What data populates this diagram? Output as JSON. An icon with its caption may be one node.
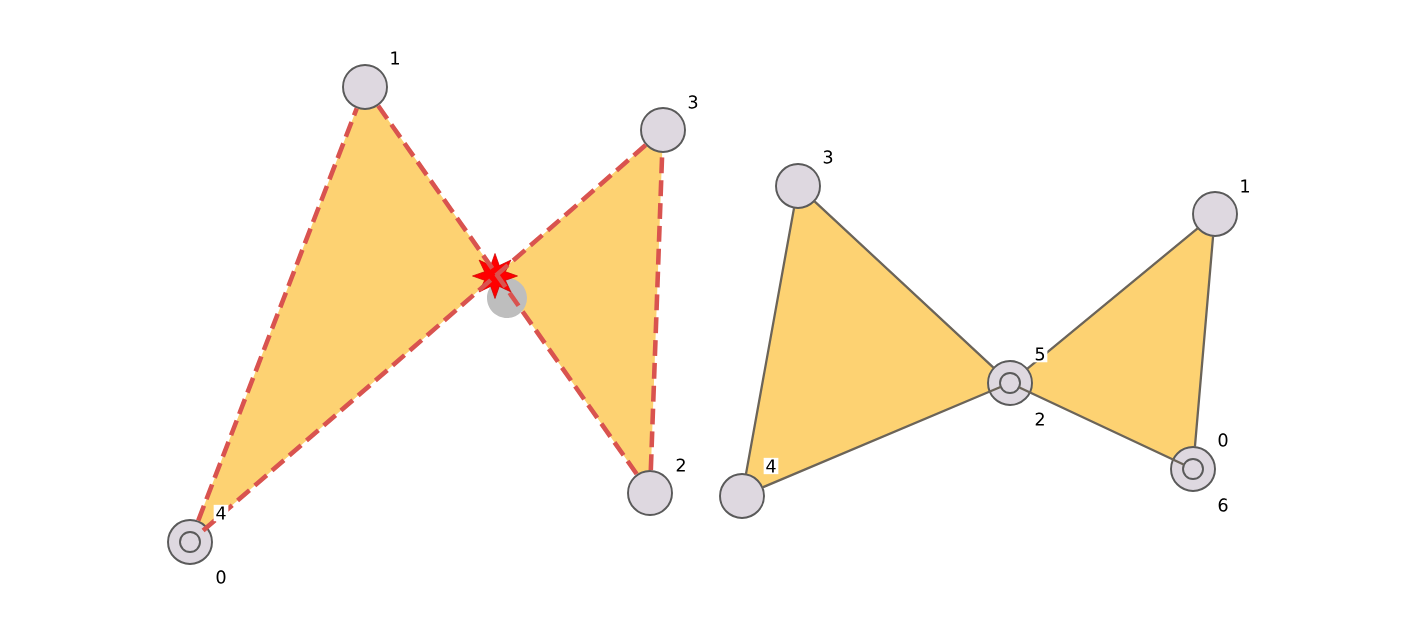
{
  "diagram": {
    "nodes": [
      {
        "text": [],
        "shape": "circle",
        "beside": [
          "0"
        ]
      },
      {
        "text": [],
        "shape": "circle",
        "beside": [
          "1"
        ]
      },
      {
        "text": [],
        "shape": "circle",
        "beside": [
          "2"
        ]
      },
      {
        "text": [],
        "shape": "circle",
        "beside": [
          "3"
        ]
      },
      {
        "text": [],
        "shape": "circle",
        "beside": [
          "4"
        ],
        "in": 0
      },
      {
        "text": [],
        "shape": "circle",
        "beside": [
          "0"
        ]
      },
      {
        "text": [],
        "shape": "circle",
        "beside": [
          "1"
        ]
      },
      {
        "text": [],
        "shape": "circle",
        "beside": [
          "2"
        ]
      },
      {
        "text": [],
        "shape": "circle",
        "beside": [
          "3"
        ]
      },
      {
        "text": [],
        "shape": "circle",
        "beside": [
          "4"
        ]
      },
      {
        "text": [],
        "shape": "circle",
        "beside": [
          "5"
        ],
        "in": 7
      },
      {
        "text": [],
        "shape": "circle",
        "beside": [
          "6"
        ],
        "in": 5
      }
    ],
    "edges": [
      {
        "from": 0,
        "to": 1,
        "arrow": "none",
        "style": "dashed",
        "color": "#d9534f"
      },
      {
        "from": 1,
        "to": 2,
        "arrow": "none",
        "style": "dashed",
        "color": "#d9534f"
      },
      {
        "from": 2,
        "to": 3,
        "arrow": "none",
        "style": "dashed",
        "color": "#d9534f"
      },
      {
        "from": 3,
        "to": 4,
        "arrow": "none",
        "style": "dashed",
        "color": "#d9534f"
      },
      {
        "from": 5,
        "to": 6,
        "arrow": "none"
      },
      {
        "from": 6,
        "to": 7,
        "arrow": "none"
      },
      {
        "from": 7,
        "to": 8,
        "arrow": "none"
      },
      {
        "from": 8,
        "to": 9,
        "arrow": "none"
      },
      {
        "from": 9,
        "to": 10,
        "arrow": "none"
      },
      {
        "from": 10,
        "to": 11,
        "arrow": "none"
      }
    ]
  }
}
